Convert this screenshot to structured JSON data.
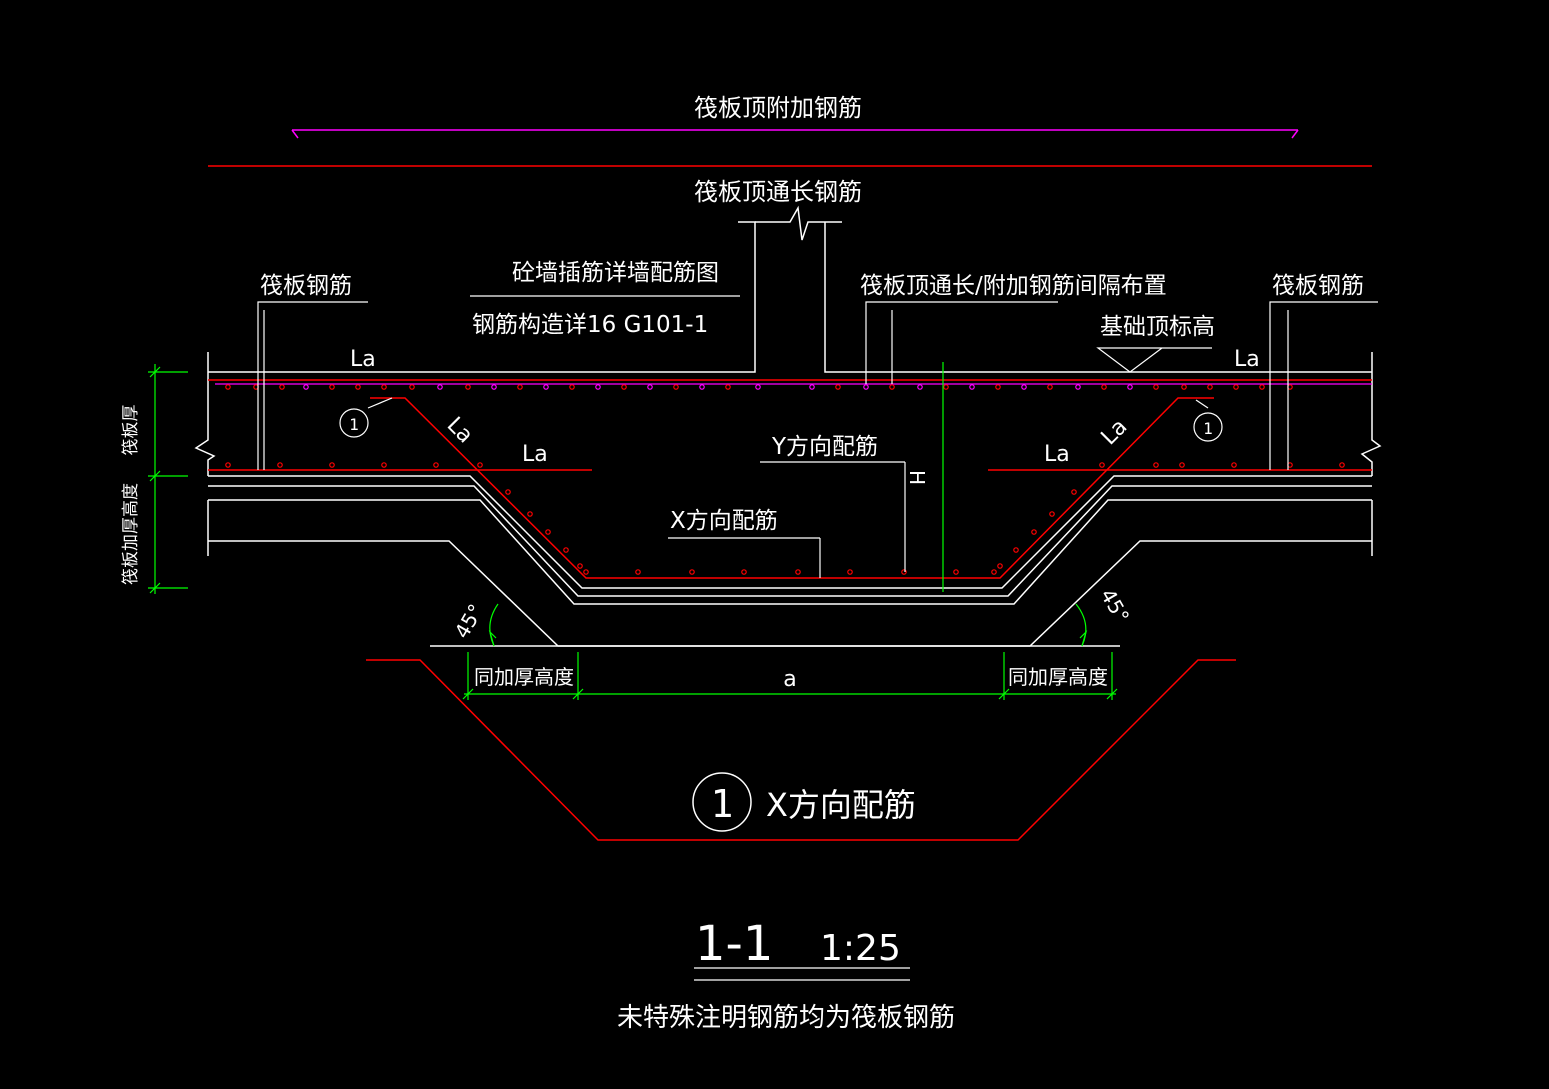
{
  "labels": {
    "top_additional_rebar": "筏板顶附加钢筋",
    "top_through_rebar": "筏板顶通长钢筋",
    "raft_rebar_left": "筏板钢筋",
    "raft_rebar_right": "筏板钢筋",
    "wall_dowel_note": "砼墙插筋详墙配筋图",
    "rebar_detail_note": "钢筋构造详16 G101-1",
    "top_rebar_spacing_note": "筏板顶通长/附加钢筋间隔布置",
    "foundation_top_elevation": "基础顶标高",
    "raft_thickness": "筏板厚",
    "raft_thickened_height": "筏板加厚高度",
    "la": "La",
    "la_slope": "La",
    "y_direction_rebar": "Y方向配筋",
    "x_direction_rebar": "X方向配筋",
    "h": "H",
    "angle": "45°",
    "same_thickened_height": "同加厚高度",
    "dim_a": "a",
    "detail_marker": "1",
    "detail_legend": "X方向配筋",
    "section_name": "1-1",
    "section_scale": "1:25",
    "footnote": "未特殊注明钢筋均为筏板钢筋"
  },
  "colors": {
    "background": "#000000",
    "concrete_outline": "#ffffff",
    "rebar": "#ff0000",
    "additional_rebar": "#ff00ff",
    "dimension": "#00ff00",
    "text": "#ffffff"
  }
}
